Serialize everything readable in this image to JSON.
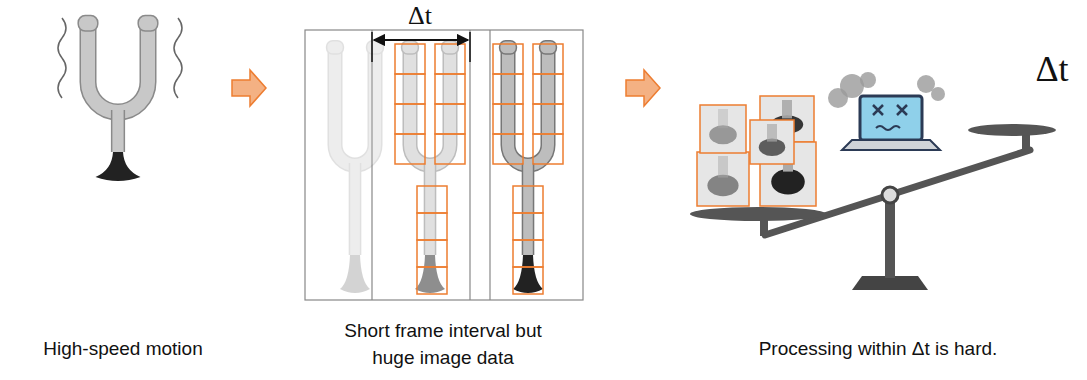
{
  "diagram": {
    "labels": [
      "Δt",
      "Δt",
      "High-speed motion",
      "Short frame interval but huge image data",
      "Processing within Δt is hard."
    ]
  }
}
